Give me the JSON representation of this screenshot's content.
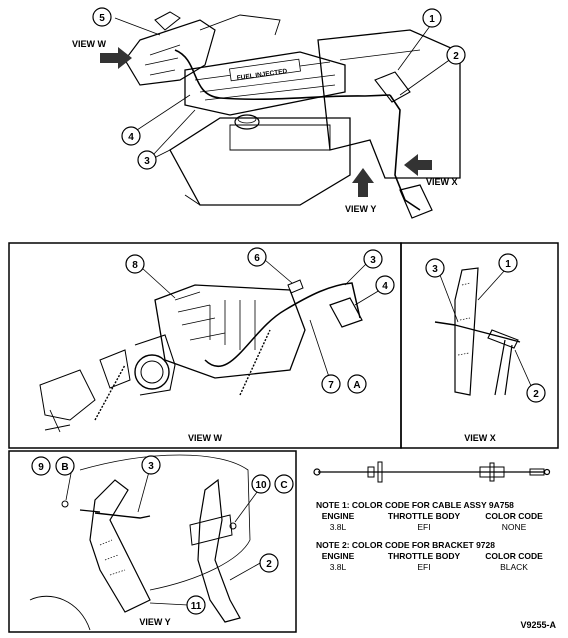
{
  "figure_id": "V9255-A",
  "view_labels": {
    "top_w": "VIEW W",
    "top_x": "VIEW X",
    "top_y": "VIEW Y",
    "panel_w": "VIEW W",
    "panel_x": "VIEW X",
    "panel_y": "VIEW Y"
  },
  "engine_text": "FUEL INJECTED",
  "callouts": {
    "top": [
      "1",
      "2",
      "3",
      "4",
      "5"
    ],
    "view_w": [
      "8",
      "6",
      "3",
      "4",
      "7"
    ],
    "view_w_letter": "A",
    "view_x": [
      "3",
      "1",
      "2"
    ],
    "view_y": [
      "9",
      "3",
      "10",
      "2",
      "11"
    ],
    "view_y_letters": [
      "B",
      "C"
    ]
  },
  "note1": {
    "title": "NOTE 1: COLOR CODE FOR CABLE ASSY 9A758",
    "headers": [
      "ENGINE",
      "THROTTLE BODY",
      "COLOR CODE"
    ],
    "values": [
      "3.8L",
      "EFI",
      "NONE"
    ]
  },
  "note2": {
    "title": "NOTE 2: COLOR CODE FOR BRACKET 9728",
    "headers": [
      "ENGINE",
      "THROTTLE BODY",
      "COLOR CODE"
    ],
    "values": [
      "3.8L",
      "EFI",
      "BLACK"
    ]
  }
}
